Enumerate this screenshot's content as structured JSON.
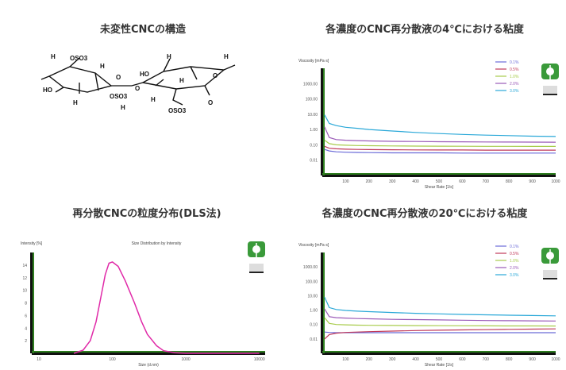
{
  "titles": {
    "structure": "未変性CNCの構造",
    "visc4": "各濃度のCNC再分散液の4℃における粘度",
    "dls": "再分散CNCの粒度分布(DLS法)",
    "visc20": "各濃度のCNC再分散液の20℃における粘度"
  },
  "structure": {
    "labels": [
      "H",
      "OSO3",
      "HO",
      "H",
      "H",
      "OSO3",
      "O",
      "O",
      "H",
      "HO",
      "H",
      "H",
      "OSO3",
      "H",
      "H",
      "O",
      "O"
    ]
  },
  "colors": {
    "axis": "#2d7d1e",
    "logo": "#3a9a3a"
  },
  "chart_data": [
    {
      "type": "line",
      "ylabel": "Viscosity [mPa·s]",
      "xlabel": "Shear Rate [1/s]",
      "x_ticks": [
        "100",
        "200",
        "300",
        "400",
        "500",
        "600",
        "700",
        "800",
        "900",
        "1000"
      ],
      "y_ticks": [
        "1000.00",
        "100.00",
        "10.00",
        "1.00",
        "0.10",
        "0.01"
      ],
      "xlim": [
        0,
        1000
      ],
      "ylim": [
        0.001,
        10000
      ],
      "scale_y": "log",
      "legend_position": "top-right",
      "x": [
        10,
        30,
        60,
        100,
        150,
        200,
        300,
        400,
        500,
        600,
        700,
        800,
        900,
        1000
      ],
      "series": [
        {
          "name": "0.1%",
          "color": "#6a6ad8",
          "values": [
            0.05,
            0.04,
            0.035,
            0.033,
            0.032,
            0.031,
            0.03,
            0.03,
            0.03,
            0.029,
            0.029,
            0.029,
            0.029,
            0.029
          ]
        },
        {
          "name": "0.5%",
          "color": "#c0395a",
          "values": [
            0.08,
            0.06,
            0.055,
            0.052,
            0.05,
            0.049,
            0.048,
            0.047,
            0.046,
            0.046,
            0.045,
            0.045,
            0.045,
            0.045
          ]
        },
        {
          "name": "1.0%",
          "color": "#a8cc4c",
          "values": [
            0.2,
            0.12,
            0.1,
            0.095,
            0.09,
            0.088,
            0.085,
            0.083,
            0.082,
            0.081,
            0.08,
            0.08,
            0.079,
            0.079
          ]
        },
        {
          "name": "2.0%",
          "color": "#9a5ab8",
          "values": [
            1.5,
            0.3,
            0.22,
            0.2,
            0.19,
            0.18,
            0.17,
            0.165,
            0.16,
            0.158,
            0.155,
            0.152,
            0.15,
            0.148
          ]
        },
        {
          "name": "3.0%",
          "color": "#2aa8d8",
          "values": [
            9,
            2.5,
            1.8,
            1.4,
            1.2,
            1.0,
            0.8,
            0.65,
            0.55,
            0.48,
            0.43,
            0.4,
            0.37,
            0.35
          ]
        }
      ]
    },
    {
      "type": "line",
      "title": "Size Distribution by Intensity",
      "ylabel": "Intensity [%]",
      "xlabel": "Size (d.nm)",
      "x_ticks": [
        "10",
        "100",
        "1000",
        "10000"
      ],
      "y_ticks": [
        "14",
        "12",
        "10",
        "8",
        "6",
        "4",
        "2"
      ],
      "ylim": [
        0,
        16
      ],
      "scale_x": "log",
      "x": [
        30,
        40,
        50,
        60,
        70,
        80,
        90,
        100,
        120,
        150,
        200,
        250,
        300,
        400,
        500,
        700,
        1000,
        2000,
        10000
      ],
      "series": [
        {
          "name": "",
          "color": "#e02aa8",
          "values": [
            0,
            0.5,
            2,
            5,
            9,
            12.5,
            14.3,
            14.5,
            13.8,
            11.5,
            8,
            5,
            3,
            1.2,
            0.4,
            0.1,
            0,
            0,
            0
          ]
        }
      ]
    },
    {
      "type": "line",
      "ylabel": "Viscosity [mPa·s]",
      "xlabel": "Shear Rate [1/s]",
      "x_ticks": [
        "100",
        "200",
        "300",
        "400",
        "500",
        "600",
        "700",
        "800",
        "900",
        "1000"
      ],
      "y_ticks": [
        "1000.00",
        "100.00",
        "10.00",
        "1.00",
        "0.10",
        "0.01"
      ],
      "xlim": [
        0,
        1000
      ],
      "ylim": [
        0.001,
        10000
      ],
      "scale_y": "log",
      "legend_position": "top-right",
      "x": [
        10,
        30,
        60,
        100,
        150,
        200,
        300,
        400,
        500,
        600,
        700,
        800,
        900,
        1000
      ],
      "series": [
        {
          "name": "0.1%",
          "color": "#6a6ad8",
          "values": [
            0.03,
            0.028,
            0.027,
            0.027,
            0.027,
            0.027,
            0.027,
            0.027,
            0.027,
            0.027,
            0.027,
            0.027,
            0.027,
            0.027
          ]
        },
        {
          "name": "0.5%",
          "color": "#c0395a",
          "values": [
            0.01,
            0.02,
            0.025,
            0.028,
            0.03,
            0.032,
            0.035,
            0.038,
            0.04,
            0.042,
            0.044,
            0.046,
            0.048,
            0.05
          ]
        },
        {
          "name": "1.0%",
          "color": "#a8cc4c",
          "values": [
            0.3,
            0.12,
            0.1,
            0.095,
            0.09,
            0.088,
            0.086,
            0.084,
            0.083,
            0.082,
            0.081,
            0.08,
            0.08,
            0.079
          ]
        },
        {
          "name": "2.0%",
          "color": "#9a5ab8",
          "values": [
            1.2,
            0.35,
            0.3,
            0.28,
            0.26,
            0.25,
            0.23,
            0.22,
            0.21,
            0.2,
            0.19,
            0.185,
            0.18,
            0.175
          ]
        },
        {
          "name": "3.0%",
          "color": "#2aa8d8",
          "values": [
            8,
            1.5,
            1.1,
            0.95,
            0.85,
            0.78,
            0.68,
            0.6,
            0.55,
            0.5,
            0.47,
            0.44,
            0.42,
            0.4
          ]
        }
      ]
    }
  ]
}
